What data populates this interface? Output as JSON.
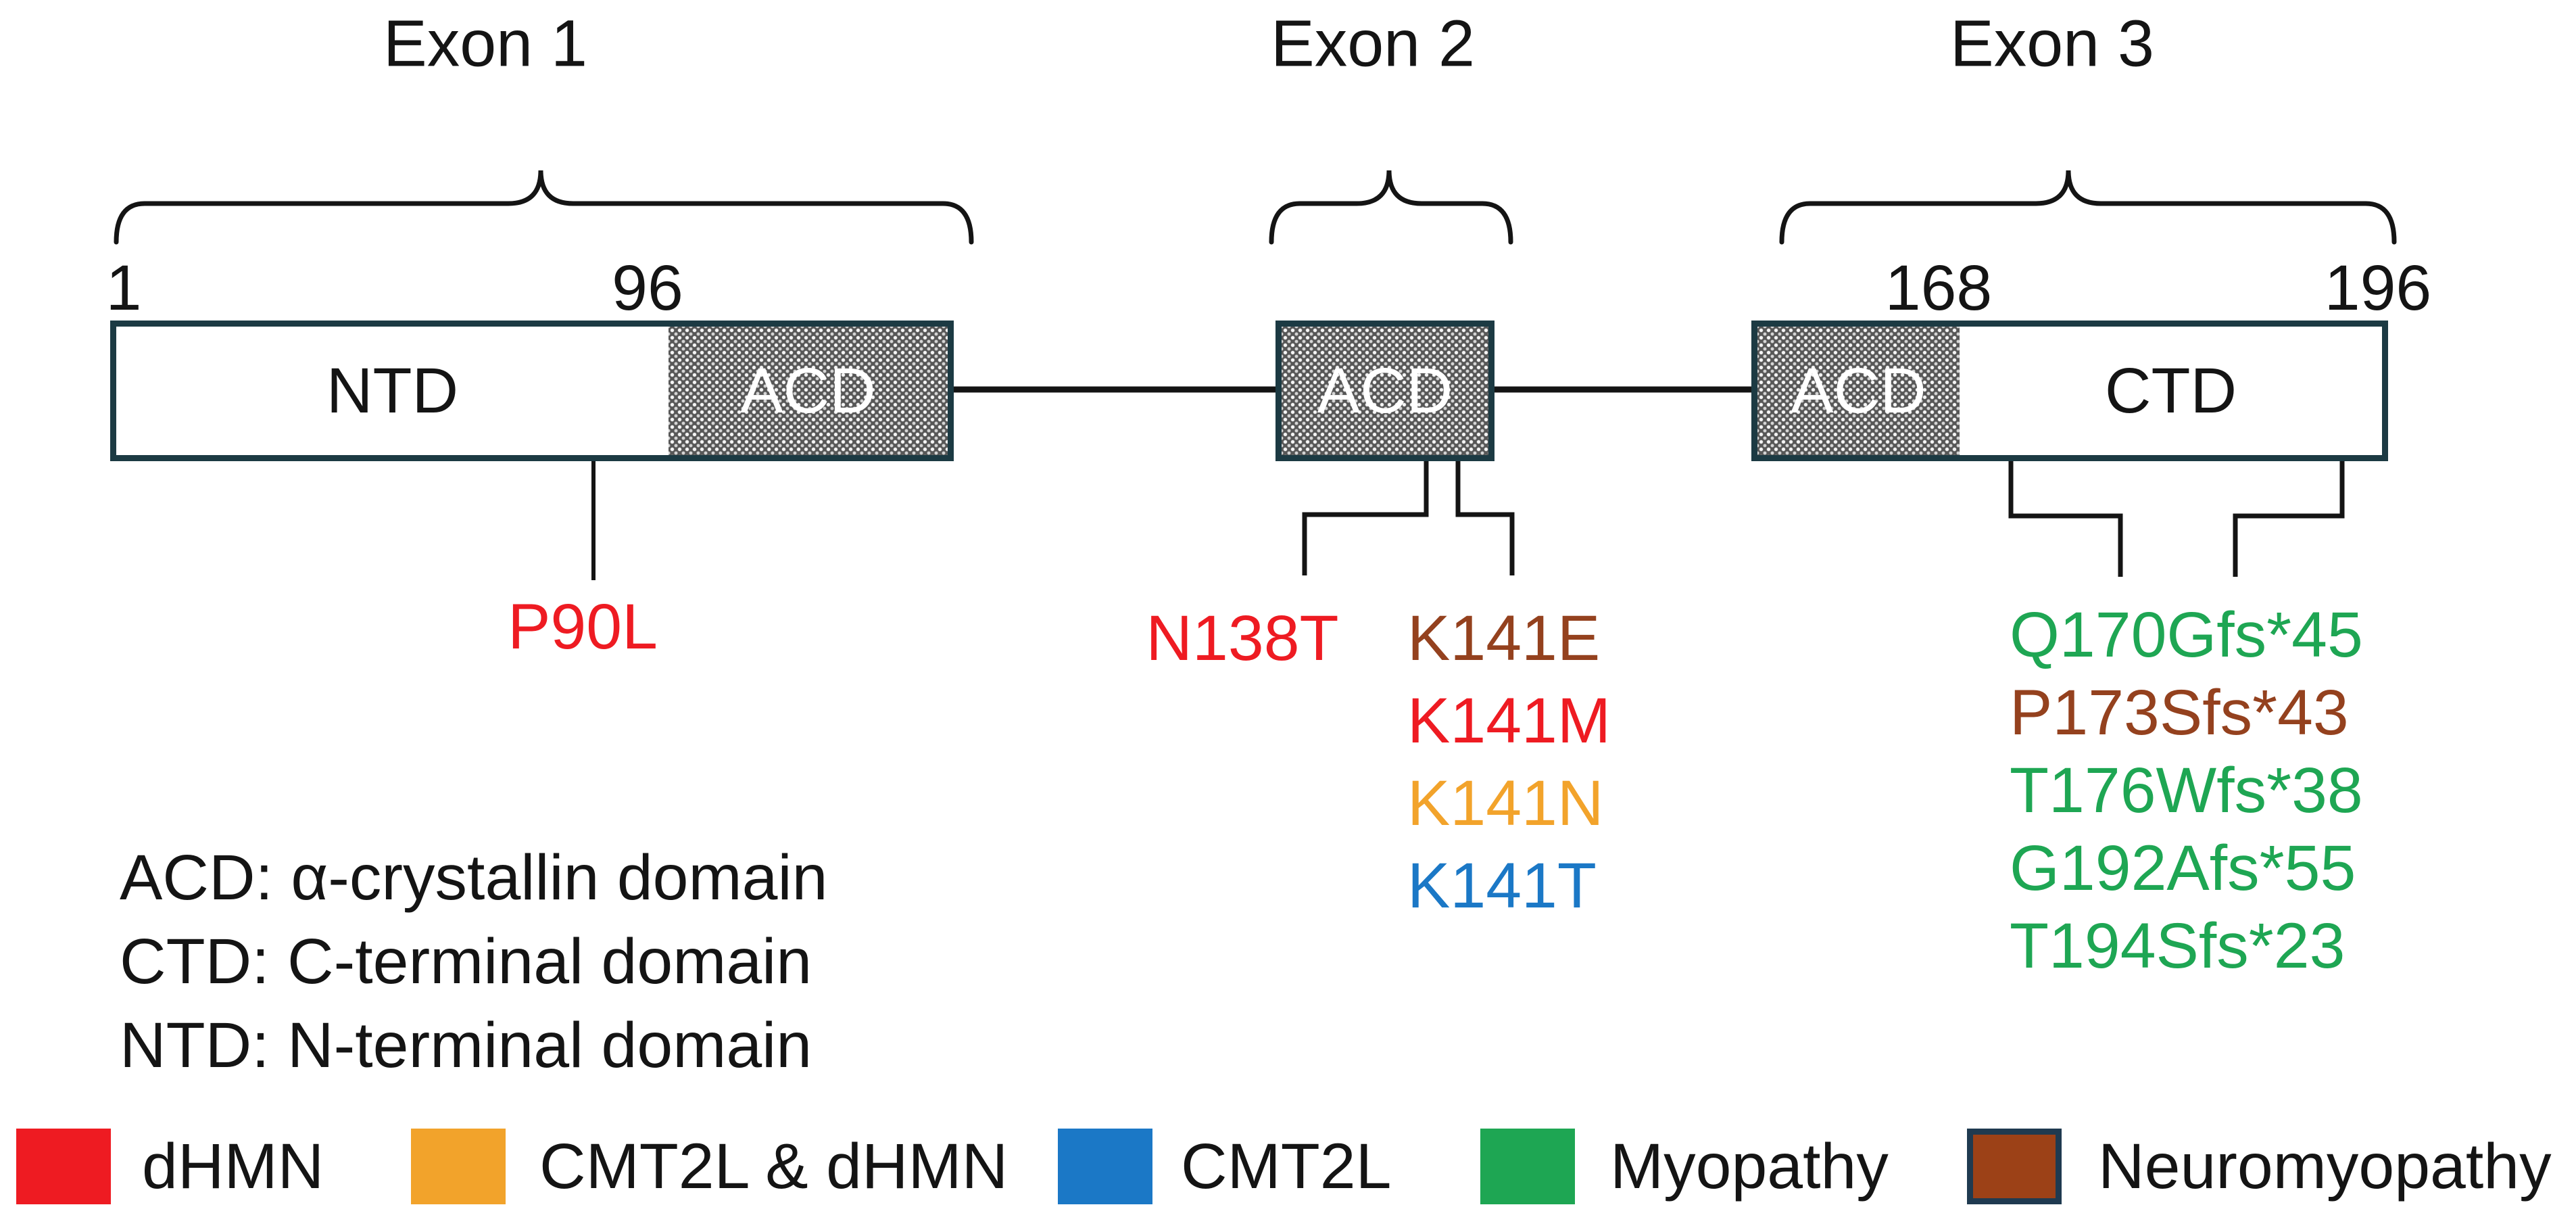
{
  "figure": {
    "type": "protein-domain-schematic",
    "exons": [
      {
        "label": "Exon 1"
      },
      {
        "label": "Exon 2"
      },
      {
        "label": "Exon 3"
      }
    ],
    "residue_positions": [
      {
        "value": "1"
      },
      {
        "value": "96"
      },
      {
        "value": "168"
      },
      {
        "value": "196"
      }
    ],
    "domains": {
      "ntd": "NTD",
      "acd_exon1": "ACD",
      "acd_exon2": "ACD",
      "acd_exon3": "ACD",
      "ctd": "CTD"
    }
  },
  "mutations": {
    "exon1": [
      {
        "label": "P90L",
        "category": "dHMN"
      }
    ],
    "exon2_left": [
      {
        "label": "N138T",
        "category": "dHMN"
      }
    ],
    "exon2_right": [
      {
        "label": "K141E",
        "category": "Neuromyopathy"
      },
      {
        "label": "K141M",
        "category": "dHMN"
      },
      {
        "label": "K141N",
        "category": "CMT2L & dHMN"
      },
      {
        "label": "K141T",
        "category": "CMT2L"
      }
    ],
    "exon3": [
      {
        "label": "Q170Gfs*45",
        "category": "Myopathy"
      },
      {
        "label": "P173Sfs*43",
        "category": "Neuromyopathy"
      },
      {
        "label": "T176Wfs*38",
        "category": "Myopathy"
      },
      {
        "label": "G192Afs*55",
        "category": "Myopathy"
      },
      {
        "label": "T194Sfs*23",
        "category": "Myopathy"
      }
    ]
  },
  "abbreviations": [
    {
      "label": "ACD: α-crystallin domain"
    },
    {
      "label": "CTD: C-terminal domain"
    },
    {
      "label": "NTD: N-terminal domain"
    }
  ],
  "legend": [
    {
      "label": "dHMN",
      "color": "#EE1B22"
    },
    {
      "label": "CMT2L & dHMN",
      "color": "#F2A32B"
    },
    {
      "label": "CMT2L",
      "color": "#1B78C6"
    },
    {
      "label": "Myopathy",
      "color": "#1EA653"
    },
    {
      "label": "Neuromyopathy",
      "color": "#9C4117"
    }
  ],
  "colors": {
    "dhmn_red": "#EE1B22",
    "cmt2l_dhmn_orange": "#F2A32B",
    "cmt2l_blue": "#1B78C6",
    "myopathy_green": "#1EA653",
    "neuromyopathy_brown": "#94411E",
    "box_border": "#1C3A43",
    "hatch_fill": "#575757"
  }
}
